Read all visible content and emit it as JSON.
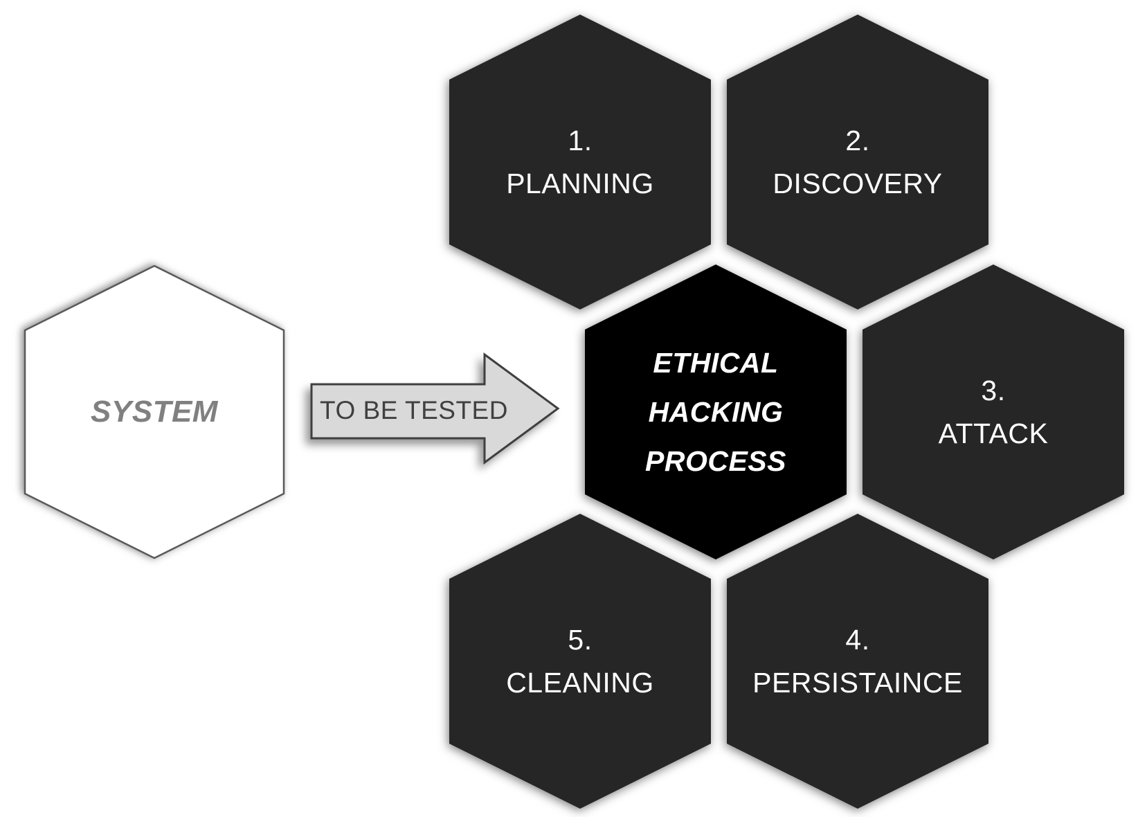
{
  "system_hexagon": {
    "label": "SYSTEM"
  },
  "arrow": {
    "label": "TO BE TESTED"
  },
  "center_hexagon": {
    "lines": {
      "0": "ETHICAL",
      "1": "HACKING",
      "2": "PROCESS"
    }
  },
  "steps": [
    {
      "number": "1.",
      "label": "PLANNING",
      "position": "top-left"
    },
    {
      "number": "2.",
      "label": "DISCOVERY",
      "position": "top-right"
    },
    {
      "number": "3.",
      "label": "ATTACK",
      "position": "middle-right"
    },
    {
      "number": "4.",
      "label": "PERSISTAINCE",
      "position": "bottom-right"
    },
    {
      "number": "5.",
      "label": "CLEANING",
      "position": "bottom-left"
    }
  ],
  "colors": {
    "step_hex_fill": "#262626",
    "center_hex_fill": "#000000",
    "system_hex_fill": "#ffffff",
    "system_hex_border": "#595959",
    "system_text": "#808080",
    "arrow_fill": "#d9d9d9",
    "arrow_border": "#3f3f3f",
    "arrow_text": "#404040",
    "step_text": "#ffffff",
    "background": "#ffffff"
  }
}
